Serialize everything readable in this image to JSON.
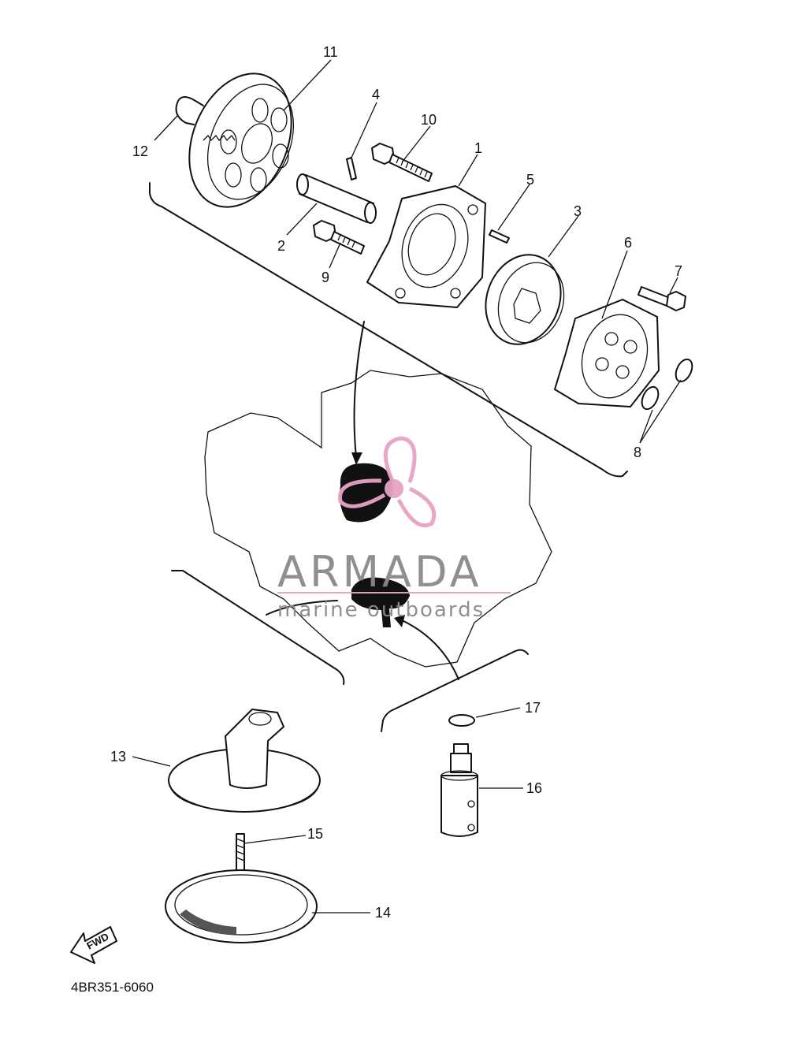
{
  "callouts": [
    {
      "id": "11",
      "text": "11"
    },
    {
      "id": "12",
      "text": "12"
    },
    {
      "id": "4",
      "text": "4"
    },
    {
      "id": "10",
      "text": "10"
    },
    {
      "id": "1",
      "text": "1"
    },
    {
      "id": "5",
      "text": "5"
    },
    {
      "id": "3",
      "text": "3"
    },
    {
      "id": "2",
      "text": "2"
    },
    {
      "id": "9",
      "text": "9"
    },
    {
      "id": "6",
      "text": "6"
    },
    {
      "id": "7",
      "text": "7"
    },
    {
      "id": "8",
      "text": "8"
    },
    {
      "id": "13",
      "text": "13"
    },
    {
      "id": "15",
      "text": "15"
    },
    {
      "id": "14",
      "text": "14"
    },
    {
      "id": "17",
      "text": "17"
    },
    {
      "id": "16",
      "text": "16"
    }
  ],
  "direction_arrow": "FWD",
  "diagram_code": "4BR351-6060",
  "watermark": {
    "brand": "ARMADA",
    "tagline": "marine outboards",
    "accent_color": "#e7a3c4"
  },
  "colors": {
    "line": "#111111",
    "background": "#ffffff"
  }
}
